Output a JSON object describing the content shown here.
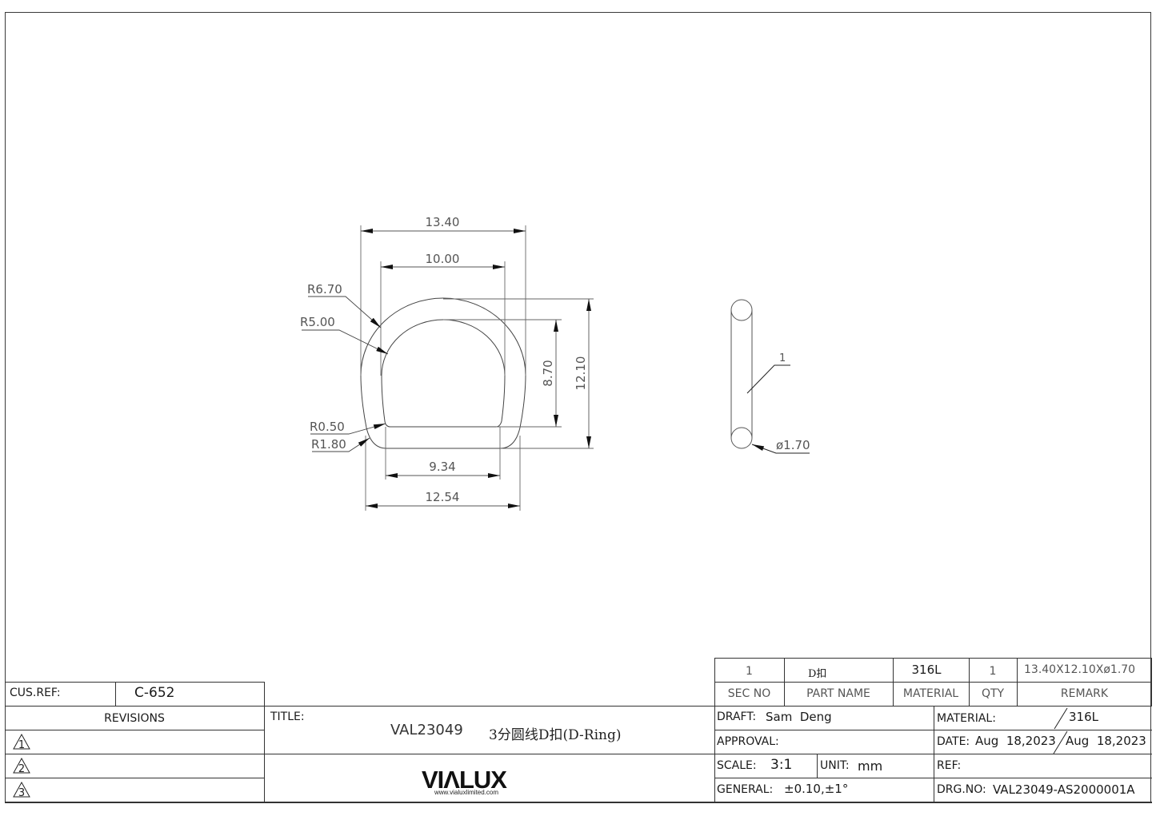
{
  "drawing": {
    "front_view": {
      "dimensions": {
        "outer_width": "13.40",
        "inner_width": "10.00",
        "inner_height": "8.70",
        "outer_height": "12.10",
        "inner_bottom_width": "9.34",
        "outer_bottom_width": "12.54"
      },
      "radii": {
        "outer_arc": "R6.70",
        "inner_arc": "R5.00",
        "inner_corner": "R0.50",
        "outer_corner": "R1.80"
      }
    },
    "side_view": {
      "balloon": "1",
      "wire_diameter": "ø1.70"
    }
  },
  "bom": {
    "row": {
      "sec_no": "1",
      "part_name": "D扣",
      "material": "316L",
      "qty": "1",
      "remark": "13.40X12.10Xø1.70"
    },
    "headers": {
      "sec_no": "SEC NO",
      "part_name": "PART NAME",
      "material": "MATERIAL",
      "qty": "QTY",
      "remark": "REMARK"
    }
  },
  "title_block": {
    "cus_ref_label": "CUS.REF:",
    "cus_ref_value": "C-652",
    "revisions_label": "REVISIONS",
    "revisions": [
      "1",
      "2",
      "3"
    ],
    "title_label": "TITLE:",
    "title_code": "VAL23049",
    "title_name": "3分圆线D扣(D-Ring)",
    "logo": "VIΛLUX",
    "logo_url": "www.vialuxlimited.com",
    "draft_label": "DRAFT:",
    "draft_value": "Sam  Deng",
    "approval_label": "APPROVAL:",
    "approval_value": "",
    "scale_label": "SCALE:",
    "scale_value": "3:1",
    "unit_label": "UNIT:",
    "unit_value": "mm",
    "general_label": "GENERAL:",
    "general_value": "±0.10,±1°",
    "material_label": "MATERIAL:",
    "material_value": "316L",
    "date_label": "DATE:",
    "date_value_1": "Aug  18,2023",
    "date_value_2": "Aug  18,2023",
    "ref_label": "REF:",
    "ref_value": "",
    "drg_no_label": "DRG.NO:",
    "drg_no_value": "VAL23049-AS2000001A"
  }
}
